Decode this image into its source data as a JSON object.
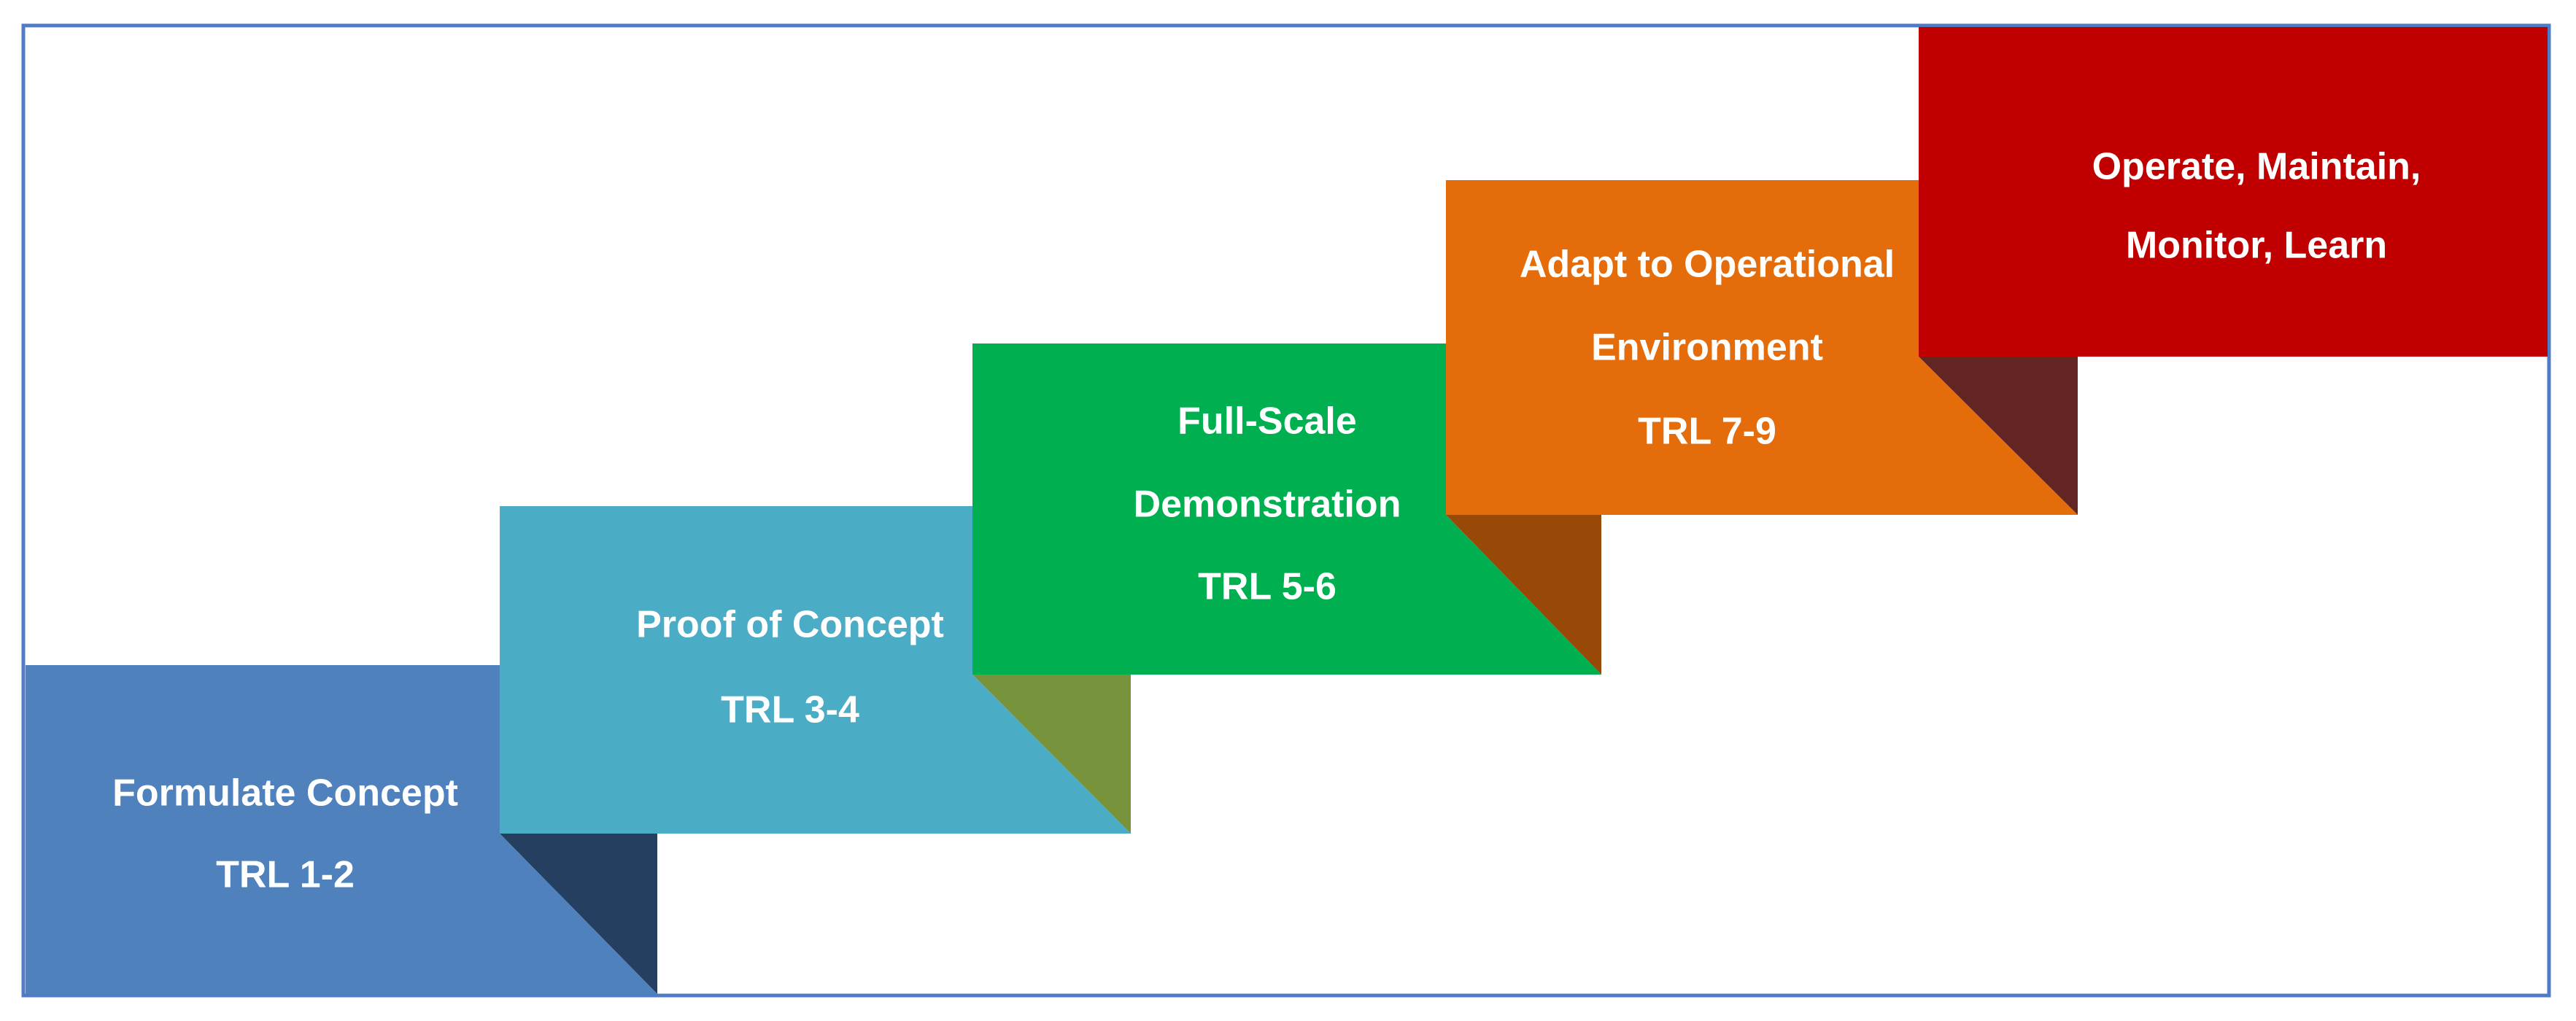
{
  "diagram": {
    "steps": [
      {
        "line1": "Formulate Concept",
        "line2": "TRL 1-2",
        "line3": ""
      },
      {
        "line1": "Proof of Concept",
        "line2": "TRL 3-4",
        "line3": ""
      },
      {
        "line1": "Full-Scale",
        "line2": "Demonstration",
        "line3": "TRL 5-6"
      },
      {
        "line1": "Adapt to Operational",
        "line2": "Environment",
        "line3": "TRL 7-9"
      },
      {
        "line1": "Operate, Maintain,",
        "line2": "Monitor, Learn",
        "line3": ""
      }
    ],
    "colors": {
      "border": "#4f7cc4",
      "step1": "#4f81bd",
      "step1_shadow": "#243f60",
      "step2": "#4bacc6",
      "step2_shadow": "#77933c",
      "step3": "#00b050",
      "step3_shadow": "#984807",
      "step4": "#e46c0a",
      "step4_shadow": "#632523",
      "step5": "#c00000",
      "text": "#ffffff"
    }
  }
}
